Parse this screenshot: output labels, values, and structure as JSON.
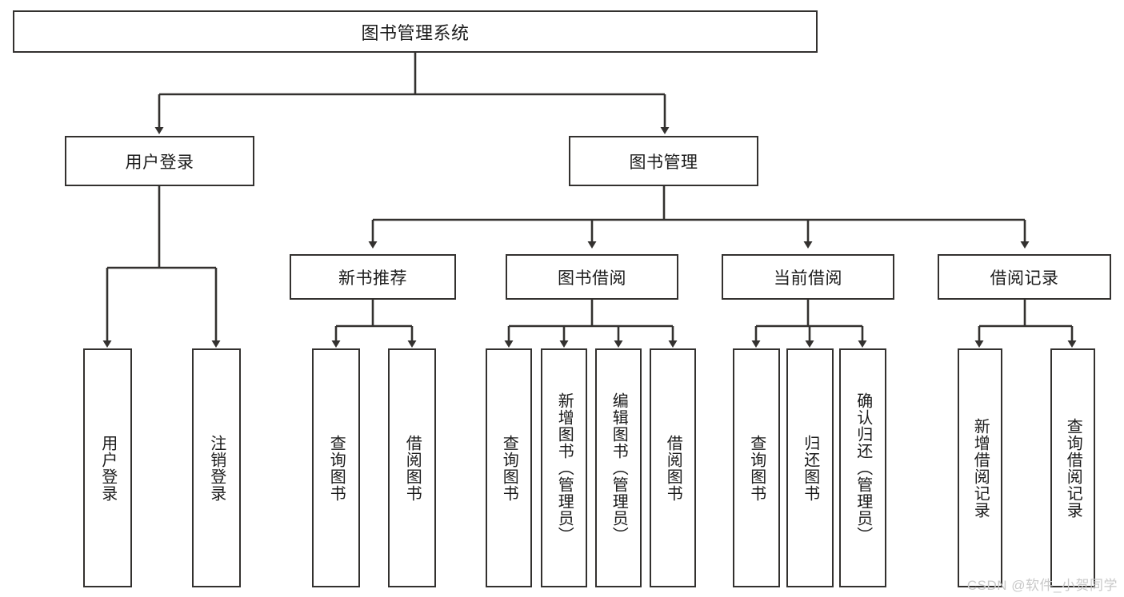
{
  "diagram": {
    "title": "图书管理系统",
    "type": "功能结构图",
    "root": {
      "label": "图书管理系统"
    },
    "level2": [
      {
        "label": "用户登录"
      },
      {
        "label": "图书管理"
      }
    ],
    "level3": [
      {
        "label": "新书推荐"
      },
      {
        "label": "图书借阅"
      },
      {
        "label": "当前借阅"
      },
      {
        "label": "借阅记录"
      }
    ],
    "leaves": {
      "user_login": [
        {
          "label": "用户登录"
        },
        {
          "label": "注销登录"
        }
      ],
      "new_book_recommend": [
        {
          "label": "查询图书"
        },
        {
          "label": "借阅图书"
        }
      ],
      "book_borrow": [
        {
          "label": "查询图书"
        },
        {
          "label": "新增图书（管理员）"
        },
        {
          "label": "编辑图书（管理员）"
        },
        {
          "label": "借阅图书"
        }
      ],
      "current_borrow": [
        {
          "label": "查询图书"
        },
        {
          "label": "归还图书"
        },
        {
          "label": "确认归还（管理员）"
        }
      ],
      "borrow_record": [
        {
          "label": "新增借阅记录"
        },
        {
          "label": "查询借阅记录"
        }
      ]
    }
  },
  "watermark": {
    "text": "CSDN @软件_小贺同学"
  },
  "colors": {
    "stroke": "#33312f",
    "background": "#ffffff",
    "text": "#1b1b1b",
    "watermark": "#c9c9c9"
  }
}
